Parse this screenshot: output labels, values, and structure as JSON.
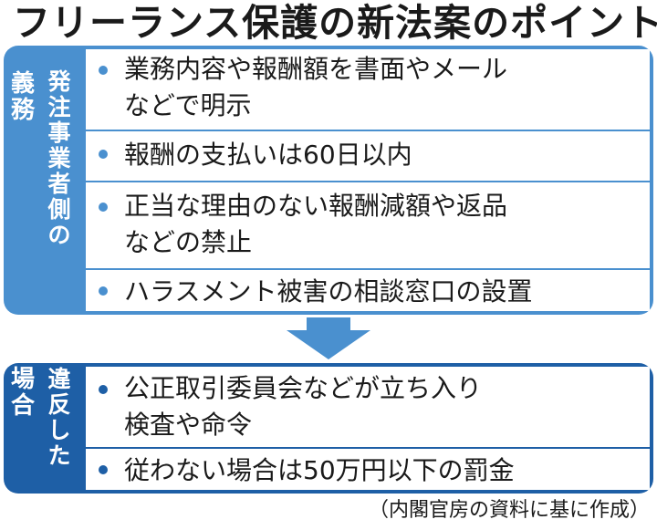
{
  "title": "フリーランス保護の新法案のポイント",
  "sections": [
    {
      "label_outer": "義務",
      "label_inner": "発注事業者側の",
      "items": [
        "業務内容や報酬額を書面やメール",
        "などで明示",
        "報酬の支払いは60日以内",
        "正当な理由のない報酬減額や返品",
        "などの禁止",
        "ハラスメント被害の相談窓口の設置"
      ]
    },
    {
      "label_outer": "場合",
      "label_inner": "違反した",
      "items": [
        "公正取引委員会などが立ち入り",
        "検査や命令",
        "従わない場合は50万円以下の罰金"
      ]
    }
  ],
  "credit": "（内閣官房の資料に基に作成）",
  "colors": {
    "section1": "#4a90cf",
    "section2": "#1e5fa6",
    "arrow": "#4a90cf"
  },
  "icons": {
    "arrow": "down-arrow-icon"
  }
}
